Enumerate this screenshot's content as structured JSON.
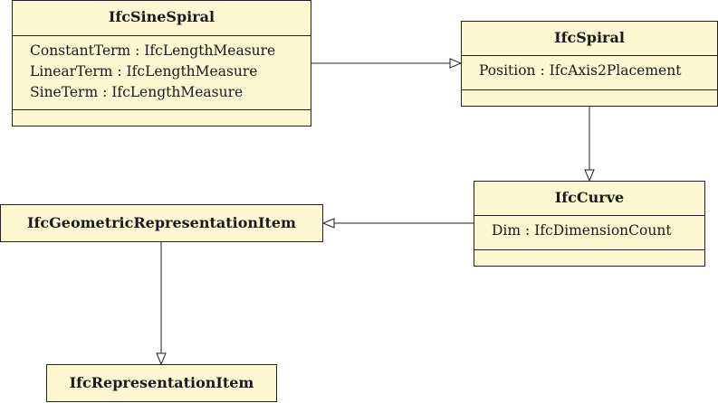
{
  "classes": {
    "sine_spiral": {
      "name": "IfcSineSpiral",
      "attributes": [
        "ConstantTerm : IfcLengthMeasure",
        "LinearTerm : IfcLengthMeasure",
        "SineTerm : IfcLengthMeasure"
      ]
    },
    "spiral": {
      "name": "IfcSpiral",
      "attributes": [
        "Position : IfcAxis2Placement"
      ]
    },
    "curve": {
      "name": "IfcCurve",
      "attributes": [
        "Dim : IfcDimensionCount"
      ]
    },
    "geometric_representation_item": {
      "name": "IfcGeometricRepresentationItem"
    },
    "representation_item": {
      "name": "IfcRepresentationItem"
    }
  },
  "relationships": [
    {
      "from": "IfcSineSpiral",
      "to": "IfcSpiral",
      "type": "generalization"
    },
    {
      "from": "IfcSpiral",
      "to": "IfcCurve",
      "type": "generalization"
    },
    {
      "from": "IfcCurve",
      "to": "IfcGeometricRepresentationItem",
      "type": "generalization"
    },
    {
      "from": "IfcGeometricRepresentationItem",
      "to": "IfcRepresentationItem",
      "type": "generalization"
    }
  ],
  "colors": {
    "box_fill": "#fdf8d1",
    "line": "#222222"
  }
}
